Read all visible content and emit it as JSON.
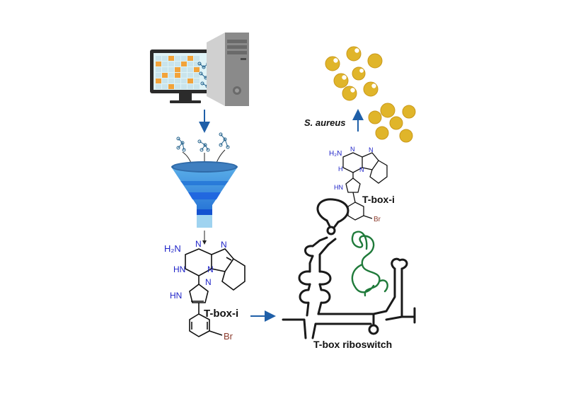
{
  "labels": {
    "organism": "S. aureus",
    "inhibitor_top": "T-box-i",
    "inhibitor_bottom": "T-box-i",
    "riboswitch": "T-box riboswitch"
  },
  "atoms": {
    "amine": "H₂N",
    "nitrogen": "N",
    "imine": "HN",
    "amine_nh": "H",
    "bromine": "Br"
  },
  "colors": {
    "arrow": "#1f5fa8",
    "bacteria": "#e0b52a",
    "bacteria_edge": "#c9981a",
    "rna_strand": "#1a1a1a",
    "trna": "#1f7a3a",
    "funnel_top": "#4a9fe0",
    "funnel_bottom": "#1560d0",
    "atom_n": "#1f24c8",
    "atom_br": "#8b3a2b"
  },
  "icons": [
    "computer-monitor-icon",
    "computer-tower-icon",
    "funnel-icon",
    "bacteria-icon",
    "trna-icon"
  ]
}
